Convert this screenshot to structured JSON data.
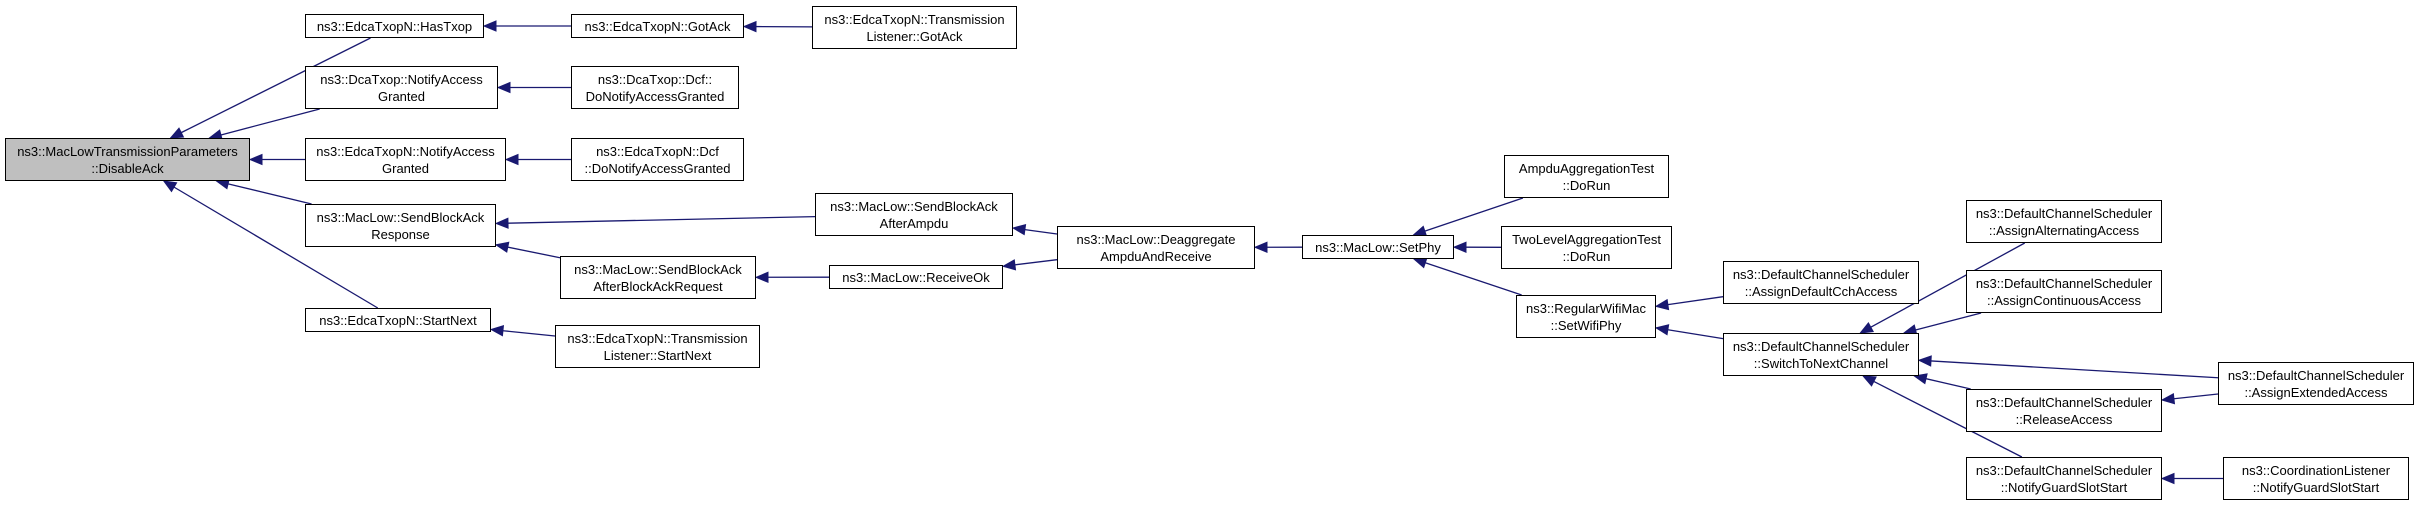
{
  "colors": {
    "edge": "#191970",
    "root_fill": "#bfbfbf",
    "node_fill": "#ffffff",
    "border": "#000000"
  },
  "nodes": {
    "disable_ack": {
      "line1": "ns3::MacLowTransmissionParameters",
      "line2": "::DisableAck"
    },
    "has_txop": {
      "line1": "ns3::EdcaTxopN::HasTxop",
      "line2": ""
    },
    "got_ack": {
      "line1": "ns3::EdcaTxopN::GotAck",
      "line2": ""
    },
    "tl_got_ack": {
      "line1": "ns3::EdcaTxopN::Transmission",
      "line2": "Listener::GotAck"
    },
    "dca_notify": {
      "line1": "ns3::DcaTxop::NotifyAccess",
      "line2": "Granted"
    },
    "dca_dcf": {
      "line1": "ns3::DcaTxop::Dcf::",
      "line2": "DoNotifyAccessGranted"
    },
    "edca_notify": {
      "line1": "ns3::EdcaTxopN::NotifyAccess",
      "line2": "Granted"
    },
    "edca_dcf": {
      "line1": "ns3::EdcaTxopN::Dcf",
      "line2": "::DoNotifyAccessGranted"
    },
    "sba_resp": {
      "line1": "ns3::MacLow::SendBlockAck",
      "line2": "Response"
    },
    "sba_ampdu": {
      "line1": "ns3::MacLow::SendBlockAck",
      "line2": "AfterAmpdu"
    },
    "sba_req": {
      "line1": "ns3::MacLow::SendBlockAck",
      "line2": "AfterBlockAckRequest"
    },
    "receive_ok": {
      "line1": "ns3::MacLow::ReceiveOk",
      "line2": ""
    },
    "deaggregate": {
      "line1": "ns3::MacLow::Deaggregate",
      "line2": "AmpduAndReceive"
    },
    "set_phy": {
      "line1": "ns3::MacLow::SetPhy",
      "line2": ""
    },
    "ampdu_test": {
      "line1": "AmpduAggregationTest",
      "line2": "::DoRun"
    },
    "two_level": {
      "line1": "TwoLevelAggregationTest",
      "line2": "::DoRun"
    },
    "set_wifi_phy": {
      "line1": "ns3::RegularWifiMac",
      "line2": "::SetWifiPhy"
    },
    "assign_cch": {
      "line1": "ns3::DefaultChannelScheduler",
      "line2": "::AssignDefaultCchAccess"
    },
    "switch_next": {
      "line1": "ns3::DefaultChannelScheduler",
      "line2": "::SwitchToNextChannel"
    },
    "assign_alt": {
      "line1": "ns3::DefaultChannelScheduler",
      "line2": "::AssignAlternatingAccess"
    },
    "assign_cont": {
      "line1": "ns3::DefaultChannelScheduler",
      "line2": "::AssignContinuousAccess"
    },
    "release": {
      "line1": "ns3::DefaultChannelScheduler",
      "line2": "::ReleaseAccess"
    },
    "guard_slot": {
      "line1": "ns3::DefaultChannelScheduler",
      "line2": "::NotifyGuardSlotStart"
    },
    "assign_ext": {
      "line1": "ns3::DefaultChannelScheduler",
      "line2": "::AssignExtendedAccess"
    },
    "coord_guard": {
      "line1": "ns3::CoordinationListener",
      "line2": "::NotifyGuardSlotStart"
    },
    "start_next": {
      "line1": "ns3::EdcaTxopN::StartNext",
      "line2": ""
    },
    "tl_start_next": {
      "line1": "ns3::EdcaTxopN::Transmission",
      "line2": "Listener::StartNext"
    }
  },
  "edges": [
    [
      "has_txop",
      "disable_ack"
    ],
    [
      "dca_notify",
      "disable_ack"
    ],
    [
      "edca_notify",
      "disable_ack"
    ],
    [
      "sba_resp",
      "disable_ack"
    ],
    [
      "start_next",
      "disable_ack"
    ],
    [
      "got_ack",
      "has_txop"
    ],
    [
      "tl_got_ack",
      "got_ack"
    ],
    [
      "dca_dcf",
      "dca_notify"
    ],
    [
      "edca_dcf",
      "edca_notify"
    ],
    [
      "sba_ampdu",
      "sba_resp"
    ],
    [
      "sba_req",
      "sba_resp"
    ],
    [
      "deaggregate",
      "sba_ampdu"
    ],
    [
      "receive_ok",
      "sba_req"
    ],
    [
      "deaggregate",
      "receive_ok"
    ],
    [
      "set_phy",
      "deaggregate"
    ],
    [
      "ampdu_test",
      "set_phy"
    ],
    [
      "two_level",
      "set_phy"
    ],
    [
      "set_wifi_phy",
      "set_phy"
    ],
    [
      "assign_cch",
      "set_wifi_phy"
    ],
    [
      "switch_next",
      "set_wifi_phy"
    ],
    [
      "assign_alt",
      "switch_next"
    ],
    [
      "assign_cont",
      "switch_next"
    ],
    [
      "assign_ext",
      "switch_next"
    ],
    [
      "release",
      "switch_next"
    ],
    [
      "guard_slot",
      "switch_next"
    ],
    [
      "assign_ext",
      "release"
    ],
    [
      "coord_guard",
      "guard_slot"
    ],
    [
      "tl_start_next",
      "start_next"
    ]
  ]
}
